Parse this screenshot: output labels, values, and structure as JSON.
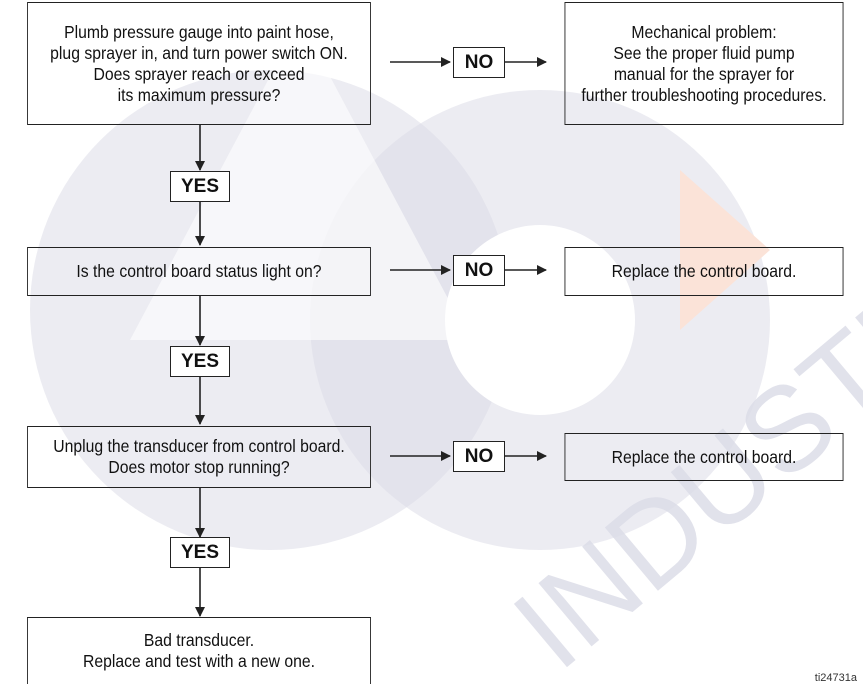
{
  "flowchart": {
    "step1": {
      "question": "Plumb pressure gauge into paint hose,\nplug sprayer in, and turn power switch ON.\nDoes sprayer reach or exceed\nits maximum pressure?",
      "no_label": "NO",
      "no_result": "Mechanical problem:\nSee the proper fluid pump\nmanual for the sprayer for\nfurther troubleshooting procedures.",
      "yes_label": "YES"
    },
    "step2": {
      "question": "Is the control board status light on?",
      "no_label": "NO",
      "no_result": "Replace the control board.",
      "yes_label": "YES"
    },
    "step3": {
      "question": "Unplug the transducer from control board.\nDoes motor stop running?",
      "no_label": "NO",
      "no_result": "Replace the control board.",
      "yes_label": "YES"
    },
    "final": {
      "result": "Bad transducer.\nReplace and test with a new one."
    }
  },
  "watermark": {
    "text": "INDUSTRIAL",
    "colors": {
      "shape": "#dcdde8",
      "accent": "#fbe3d8"
    }
  },
  "figure_id": "ti24731a"
}
